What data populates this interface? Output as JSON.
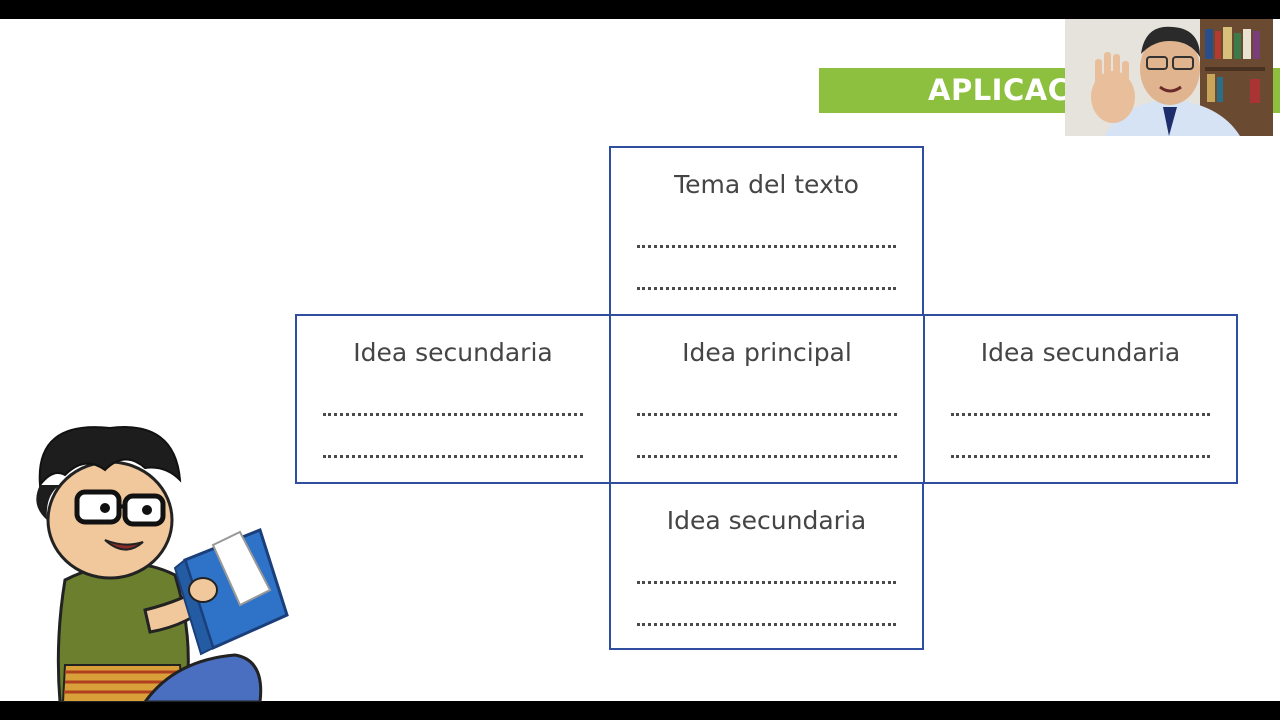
{
  "banner": {
    "label": "APLICAC"
  },
  "diagram": {
    "top": {
      "title": "Tema del texto"
    },
    "left": {
      "title": "Idea secundaria"
    },
    "center": {
      "title": "Idea principal"
    },
    "right": {
      "title": "Idea secundaria"
    },
    "bottom": {
      "title": "Idea secundaria"
    }
  },
  "colors": {
    "banner_green": "#8dc03f",
    "border_blue": "#2f4e9f",
    "book_blue": "#2f73c9",
    "shirt_green": "#6b7f2f"
  },
  "icons": {
    "reader": "cartoon-boy-reading-book",
    "webcam": "presenter-webcam"
  }
}
